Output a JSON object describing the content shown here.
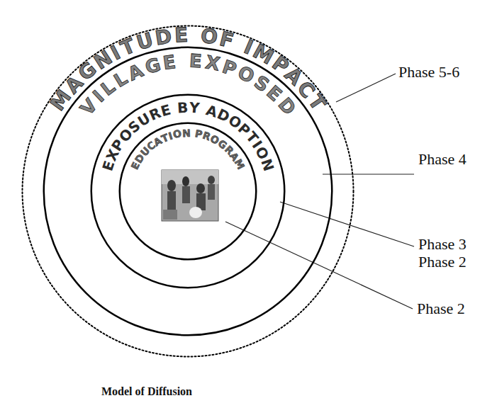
{
  "diagram": {
    "caption": "Model of Diffusion",
    "nodes": [
      {
        "text": [
          "MAGNITUDE OF IMPACT"
        ]
      },
      {
        "text": [
          "VILLAGE EXPOSED"
        ],
        "in": 0
      },
      {
        "text": [
          "EXPOSURE BY ADOPTION"
        ],
        "in": 1
      },
      {
        "text": [
          "EDUCATION PROGRAM"
        ],
        "in": 2
      }
    ],
    "labels": [
      "Phase 5-6",
      "Phase 4",
      "Phase 3",
      "Phase 2",
      "Phase 2"
    ]
  }
}
